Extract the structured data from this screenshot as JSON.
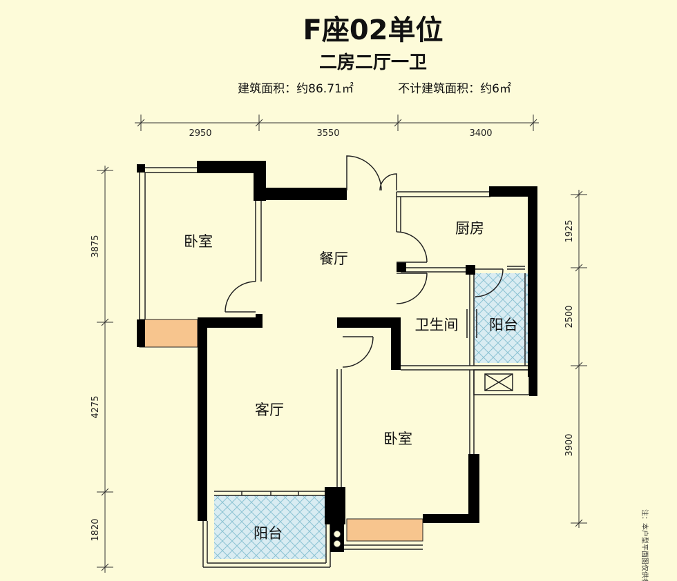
{
  "header": {
    "title": "F座02单位",
    "subtitle": "二房二厅一卫",
    "built_area": "建筑面积：约86.71㎡",
    "extra_area": "不计建筑面积：约6㎡"
  },
  "dimensions": {
    "top": [
      "2950",
      "3550",
      "3400"
    ],
    "left": [
      "3875",
      "4275",
      "1820"
    ],
    "right": [
      "1925",
      "2500",
      "3900"
    ]
  },
  "rooms": {
    "bedroom_1": "卧室",
    "dining": "餐厅",
    "kitchen": "厨房",
    "bathroom": "卫生间",
    "balcony_1": "阳台",
    "living": "客厅",
    "bedroom_2": "卧室",
    "balcony_2": "阳台"
  },
  "note": "注：本户型平面图仅供参考，",
  "colors": {
    "background": "#fdfbd9",
    "wall": "#000000",
    "window_sill": "#f7c58e",
    "balcony_tile": "#d9ecf2",
    "tile_line": "#8cc3d3"
  }
}
